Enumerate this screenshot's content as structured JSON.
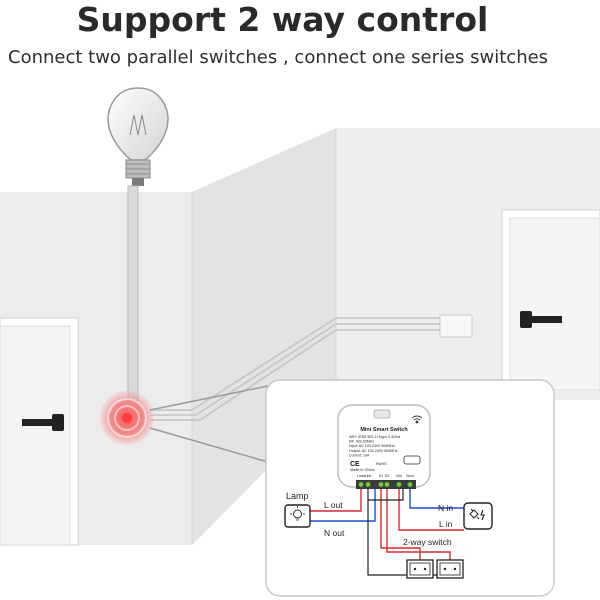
{
  "header": {
    "title": "Support 2 way control",
    "subtitle": "Connect two parallel switches , connect one series switches"
  },
  "device": {
    "name": "Mini Smart Switch",
    "spec_lines": [
      "WiFi: IEEE 802.11 b/g/n 2.4GHz",
      "RF: 433.92MHz",
      "Input: AC 100-240V 50/60Hz",
      "Output: AC 100-240V 50/60Hz",
      "Current: 10A"
    ],
    "certifications": [
      "CE",
      "RoHS"
    ],
    "origin": "Made in China",
    "terminals": [
      "Load",
      "Link",
      "S1",
      "S2",
      "Nin",
      "Nout"
    ]
  },
  "wiring": {
    "lamp_label": "Lamp",
    "l_out": "L out",
    "n_out": "N out",
    "n_in": "N in",
    "l_in": "L in",
    "switch_label": "2-way switch"
  },
  "colors": {
    "wall_light": "#efefef",
    "wall_dark": "#e2e2e2",
    "line_red": "#d8282e",
    "line_blue": "#1a4fd6",
    "box_glow": "#f36a6a"
  }
}
